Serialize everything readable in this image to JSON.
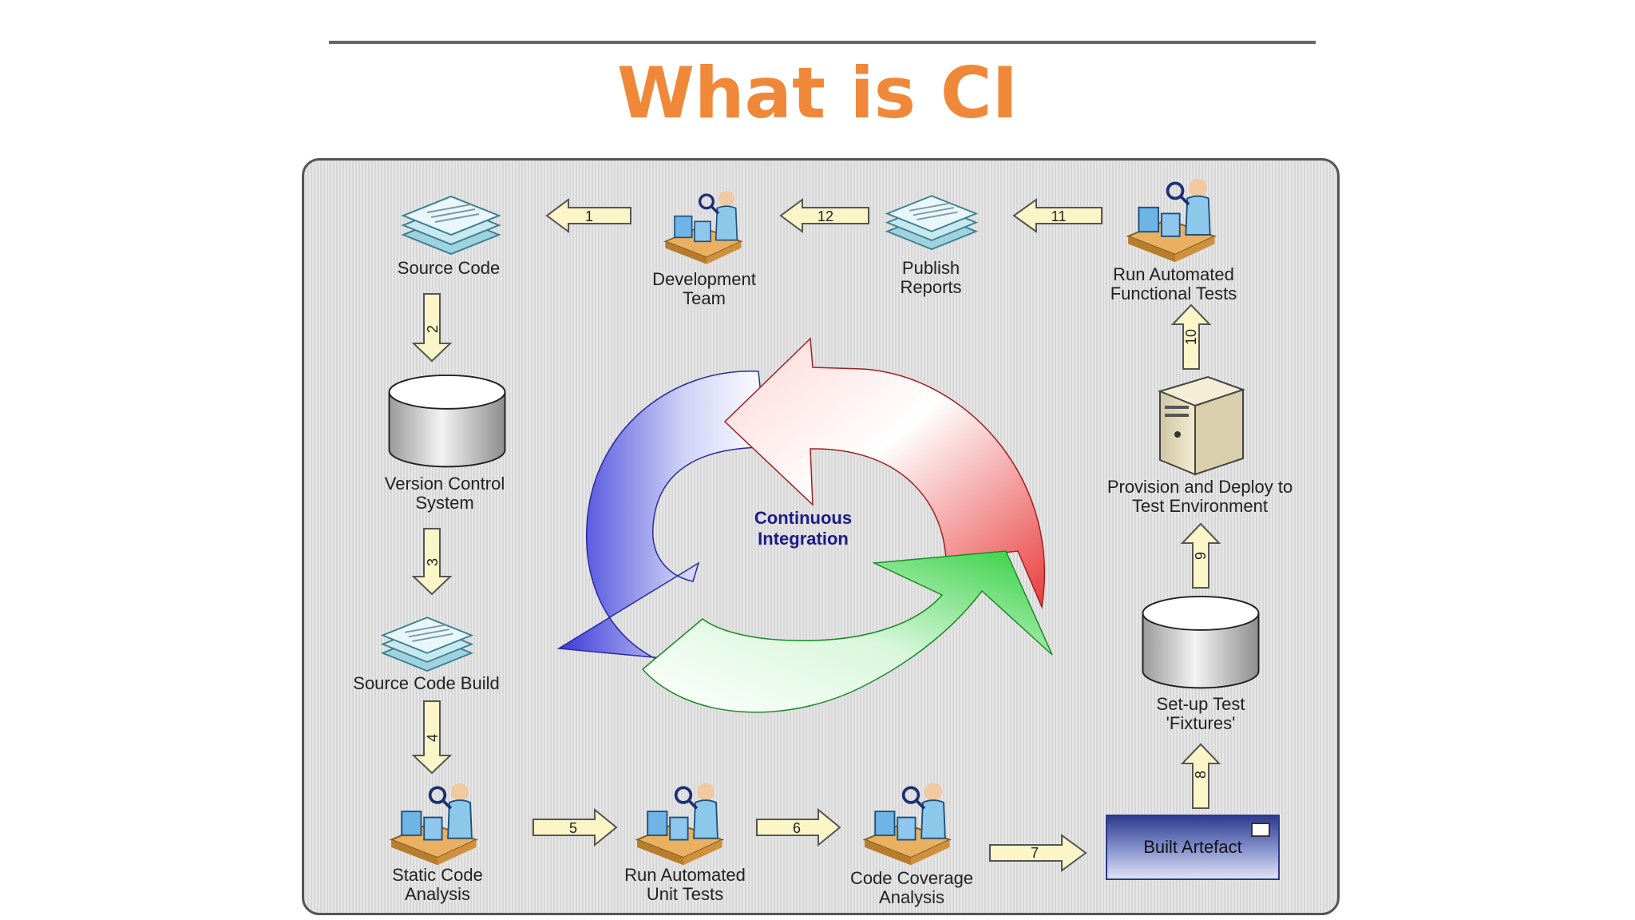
{
  "title": "What is CI",
  "center": "Continuous\nIntegration",
  "nodes": {
    "source_code": "Source Code",
    "dev_team": "Development\nTeam",
    "publish_reports": "Publish\nReports",
    "functional_tests": "Run Automated\nFunctional Tests",
    "vcs": "Version Control\nSystem",
    "build": "Source Code Build",
    "static_analysis": "Static Code\nAnalysis",
    "unit_tests": "Run Automated\nUnit Tests",
    "coverage": "Code Coverage\nAnalysis",
    "artefact": "Built Artefact",
    "fixtures": "Set-up Test\n'Fixtures'",
    "provision": "Provision and Deploy to\nTest Environment"
  },
  "steps": [
    "1",
    "2",
    "3",
    "4",
    "5",
    "6",
    "7",
    "8",
    "9",
    "10",
    "11",
    "12"
  ],
  "colors": {
    "title": "#f0883a",
    "center_text": "#1b1b8c",
    "blue": "#4b4bdc",
    "red": "#e84848",
    "green": "#3ccf4a",
    "arrow_fill": "#fbf5c8"
  }
}
